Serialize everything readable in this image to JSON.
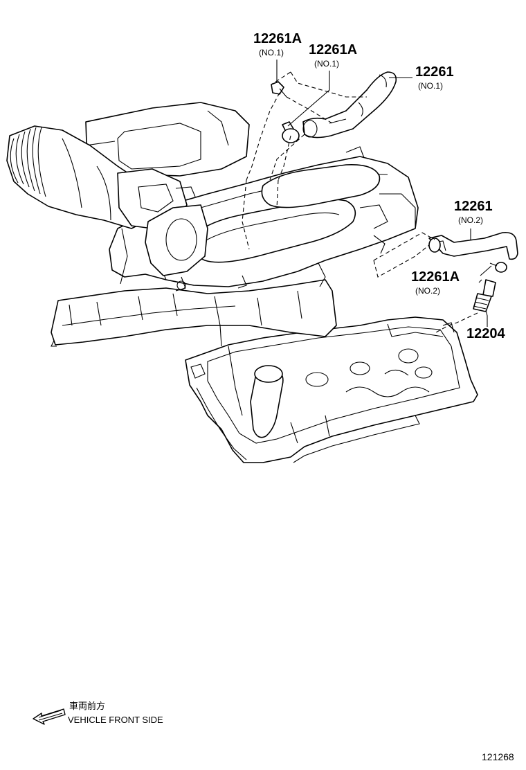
{
  "diagram": {
    "callouts": [
      {
        "part": "12261A",
        "sub": "(NO.1)"
      },
      {
        "part": "12261A",
        "sub": "(NO.1)"
      },
      {
        "part": "12261",
        "sub": "(NO.1)"
      },
      {
        "part": "12261",
        "sub": "(NO.2)"
      },
      {
        "part": "12261A",
        "sub": "(NO.2)"
      },
      {
        "part": "12204",
        "sub": ""
      }
    ],
    "direction_jp": "車両前方",
    "direction_en": "VEHICLE FRONT SIDE",
    "drawing_code": "121268"
  }
}
